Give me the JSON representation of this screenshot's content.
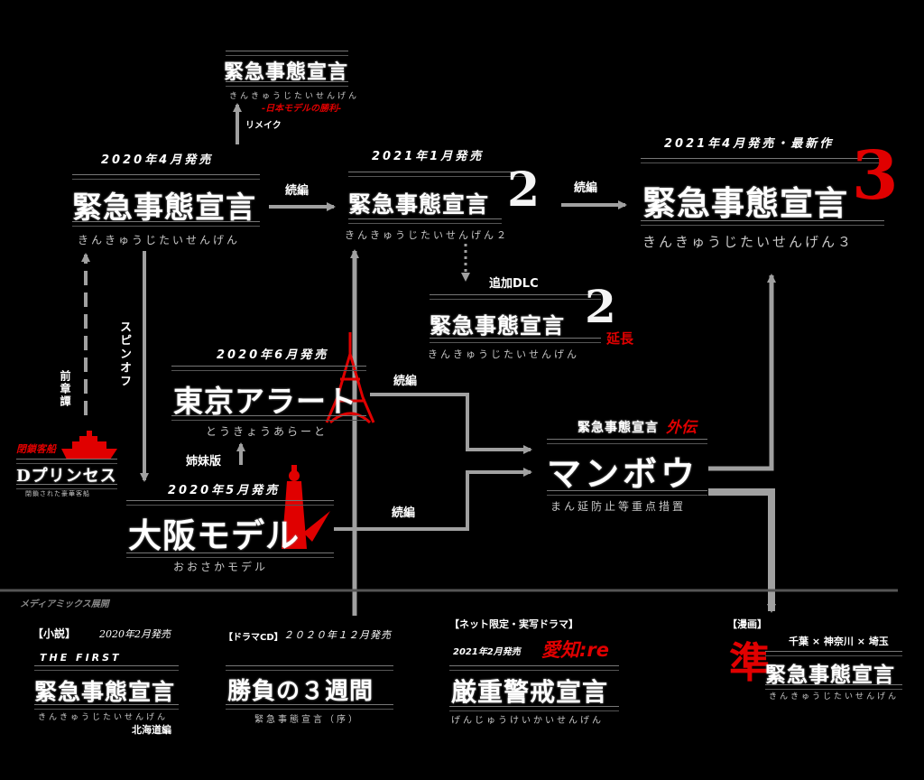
{
  "colors": {
    "background": "#000000",
    "text": "#ffffff",
    "accent_red": "#e00000",
    "connector": "#9a9a9a"
  },
  "nodes": {
    "remake": {
      "title": "緊急事態宣言",
      "reading": "きんきゅうじたいせんげん",
      "subtitle": "-日本モデルの勝利-"
    },
    "original": {
      "date": "2020年4月発売",
      "title": "緊急事態宣言",
      "reading": "きんきゅうじたいせんげん"
    },
    "sequel2": {
      "date": "2021年1月発売",
      "title": "緊急事態宣言",
      "num": "2",
      "reading": "きんきゅうじたいせんげん２"
    },
    "sequel3": {
      "date": "2021年4月発売・最新作",
      "title": "緊急事態宣言",
      "num": "3",
      "reading": "きんきゅうじたいせんげん３"
    },
    "dlc": {
      "label": "追加DLC",
      "title": "緊急事態宣言",
      "num": "2",
      "suffix": "延長",
      "reading": "きんきゅうじたいせんげん"
    },
    "tokyo": {
      "date": "2020年6月発売",
      "title": "東京アラート",
      "reading": "とうきょうあらーと"
    },
    "osaka": {
      "date": "2020年5月発売",
      "title": "大阪モデル",
      "reading": "おおさかモデル"
    },
    "dprincess": {
      "tag": "閉鎖客船",
      "title": "Dプリンセス",
      "reading": "閉鎖された豪華客船"
    },
    "manbou": {
      "super": "緊急事態宣言",
      "super_red": "外伝",
      "title": "マンボウ",
      "reading": "まん延防止等重点措置"
    }
  },
  "edge_labels": {
    "remake": "リメイク",
    "sequel_a": "続編",
    "sequel_b": "続編",
    "sequel_tokyo": "続編",
    "sequel_osaka": "続編",
    "spinoff": "スピンオフ",
    "prequel": "前章譚",
    "sister": "姉妹版"
  },
  "media_mix": {
    "header": "メディアミックス展開",
    "novel": {
      "tag": "【小説】",
      "date": "2020年2月発売",
      "overline": "THE FIRST",
      "title": "緊急事態宣言",
      "reading": "きんきゅうじたいせんげん",
      "sub": "北海道編"
    },
    "drama_cd": {
      "tag": "【ドラマCD】",
      "date": "２０２０年１２月発売",
      "title": "勝負の３週間",
      "reading": "緊急事態宣言（序）"
    },
    "net_drama": {
      "tag": "【ネット限定・実写ドラマ】",
      "date": "2021年2月発売",
      "title_red": "愛知:re",
      "title": "厳重警戒宣言",
      "reading": "げんじゅうけいかいせんげん"
    },
    "manga": {
      "tag": "【漫画】",
      "prefix": "準",
      "regions": "千葉 × 神奈川 × 埼玉",
      "title": "緊急事態宣言",
      "reading": "きんきゅうじたいせんげん"
    }
  }
}
